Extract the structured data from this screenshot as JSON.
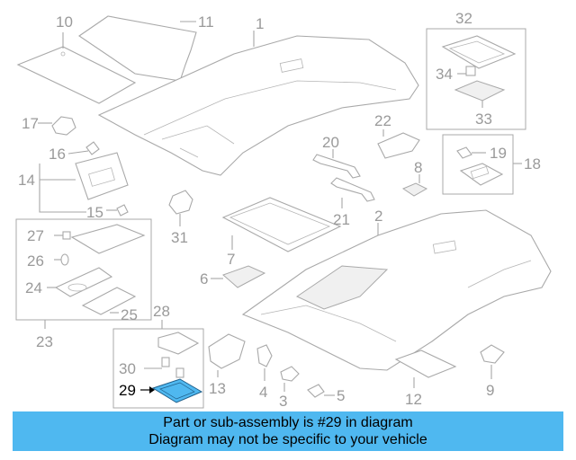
{
  "diagram": {
    "callouts": [
      "1",
      "2",
      "3",
      "4",
      "5",
      "6",
      "7",
      "8",
      "9",
      "10",
      "11",
      "12",
      "13",
      "14",
      "15",
      "16",
      "17",
      "18",
      "19",
      "20",
      "21",
      "22",
      "23",
      "24",
      "25",
      "26",
      "27",
      "28",
      "29",
      "30",
      "31",
      "32",
      "33",
      "34"
    ],
    "highlighted_part": "29",
    "highlight_color": "#4fb8f0"
  },
  "banner": {
    "line1": "Part or sub-assembly is #29 in diagram",
    "line2": "Diagram may not be specific to your vehicle",
    "background": "#4fb8f0"
  }
}
